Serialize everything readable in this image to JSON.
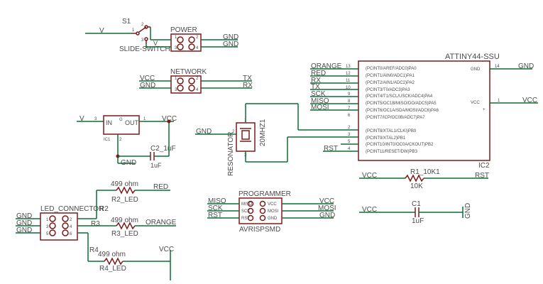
{
  "labels": {
    "s1": "S1",
    "slide_switch": "SLIDE-SWITCH",
    "v_switch": "V",
    "power_title": "POWER",
    "power_v": "V",
    "gnd1": "GND",
    "gnd2": "GND",
    "network_title": "NETWORK",
    "net_vcc": "VCC",
    "net_gnd": "GND",
    "net_tx": "TX",
    "net_rx": "RX",
    "reg_v": "V",
    "reg_vcc": "VCC",
    "reg_in": "IN",
    "reg_out": "OUT",
    "reg_ic": "IC1",
    "reg_gnd": "GND",
    "c2": "C2_1uF",
    "c2_val": "1uF",
    "res_gnd": "GND",
    "resonator": "RESONATOR",
    "res_freq": "20MHZ1",
    "attiny_title": "ATTINY44-SSU",
    "attiny_ic": "IC2",
    "attiny_gnd": "GND",
    "attiny_vcc": "VCC",
    "attiny_plus": "+",
    "net_orange": "ORANGE",
    "net_red": "RED",
    "net_rx2": "RX",
    "net_tx2": "TX",
    "net_sck": "SCK",
    "net_miso": "MISO",
    "net_mosi": "MOSI",
    "net_rst": "RST",
    "out_gnd": "GND",
    "out_vcc": "VCC",
    "r1": "R1_10K1",
    "r1_val": "10K",
    "r1_vcc": "VCC",
    "r1_rst": "RST",
    "c1": "C1",
    "c1_val": "1uF",
    "c1_vcc": "VCC",
    "c1_gnd": "GND",
    "led_conn": "LED_CONNECTOR",
    "led_gnd1": "GND",
    "led_gnd2": "GND",
    "led_gnd3": "GND",
    "r2": "R2",
    "r2_ohm": "499 ohm",
    "r2_led": "R2_LED",
    "r2_net": "RED",
    "r3": "R3",
    "r3_ohm": "499 ohm",
    "r3_led": "R3_LED",
    "r3_net": "ORANGE",
    "r4": "R4",
    "r4_ohm": "499 ohm",
    "r4_led": "R4_LED",
    "r4_net": "VCC",
    "prog_title": "PROGRAMMER",
    "prog_miso": "MISO",
    "prog_sck": "SCK",
    "prog_rst": "RST",
    "prog_vcc": "VCC",
    "prog_mosi": "MOSI",
    "prog_gnd": "GND",
    "prog_name": "AVRISPSMD"
  },
  "attiny_pins_left": [
    {
      "num": "13",
      "name": "(PCINT0/AREF/ADC0)PA0"
    },
    {
      "num": "12",
      "name": "(PCINT1/AIN0/ADC1)PA1"
    },
    {
      "num": "11",
      "name": "(PCINT2/AIN1/ADC2)PA2"
    },
    {
      "num": "10",
      "name": "(PCINT3/T0/ADC3)PA3"
    },
    {
      "num": "9",
      "name": "(PCINT4/T1/SCL/USCK/ADC4)PA4"
    },
    {
      "num": "8",
      "name": "(PCINT5/OC1B/MISO/DO/ADC5)PA5"
    },
    {
      "num": "7",
      "name": "(PCINT6/OC1A/SDA/MOSI/ADC6)PA6"
    },
    {
      "num": "6",
      "name": "(PCINT7/ICP/OC0B/ADC7)PA7"
    },
    {
      "num": "2",
      "name": "(PCINT8/XTAL1/CLKI)PB0"
    },
    {
      "num": "3",
      "name": "(PCINT9/XTAL2)PB1"
    },
    {
      "num": "5",
      "name": "(PCINT10/INT0/OC0A/CKOUT)PB2"
    },
    {
      "num": "4",
      "name": "(PCINT11/RESET/DW)PB3"
    }
  ],
  "attiny_pins_right": [
    {
      "num": "14"
    },
    {
      "num": "1"
    }
  ],
  "header_pins": {
    "power": [
      "1",
      "2",
      "3",
      "4"
    ],
    "network": [
      "1",
      "2",
      "3",
      "4"
    ],
    "led": [
      "1",
      "2",
      "3",
      "4",
      "5",
      "6"
    ],
    "programmer": [
      "MISO",
      "VCC",
      "SCK",
      "MOSI",
      "RST",
      "GND"
    ]
  },
  "pin_numbers": {
    "reg_in": "3",
    "reg_out": "1",
    "reg_gnd": "2",
    "res_1": "1",
    "res_2": "2",
    "res_3": "3",
    "sw_1": "1",
    "sw_2": "2",
    "sw_3": "3"
  }
}
